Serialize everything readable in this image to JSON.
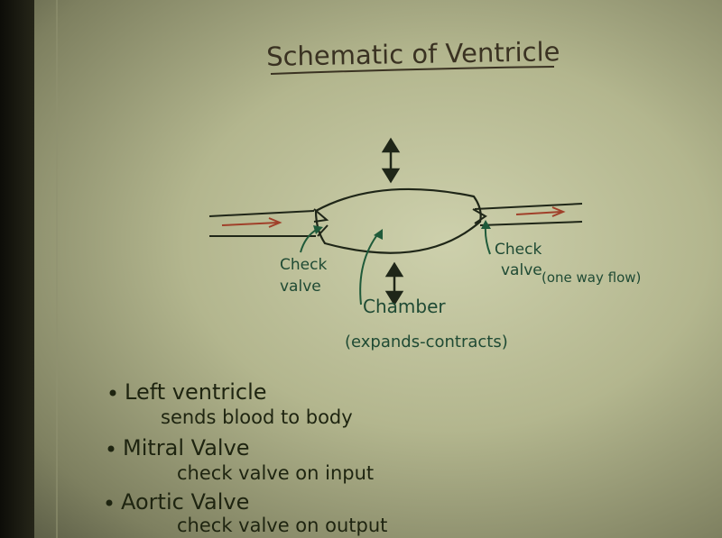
{
  "title": "Schematic of Ventricle",
  "labels": {
    "left_valve": [
      "Check",
      "valve"
    ],
    "right_valve": [
      "Check",
      "valve"
    ],
    "one_way": "(one way flow)",
    "chamber": "Chamber",
    "chamber_note": "(expands-contracts)"
  },
  "notes": [
    {
      "heading": "Left ventricle",
      "detail": "sends blood to body"
    },
    {
      "heading": "Mitral Valve",
      "detail": "check valve on input"
    },
    {
      "heading": "Aortic Valve",
      "detail": "check valve on output"
    }
  ],
  "colors": {
    "ink": "#1f2618",
    "green": "#1f5a3a",
    "red_arrow": "#a0402a",
    "paper": "#c3c69e"
  }
}
